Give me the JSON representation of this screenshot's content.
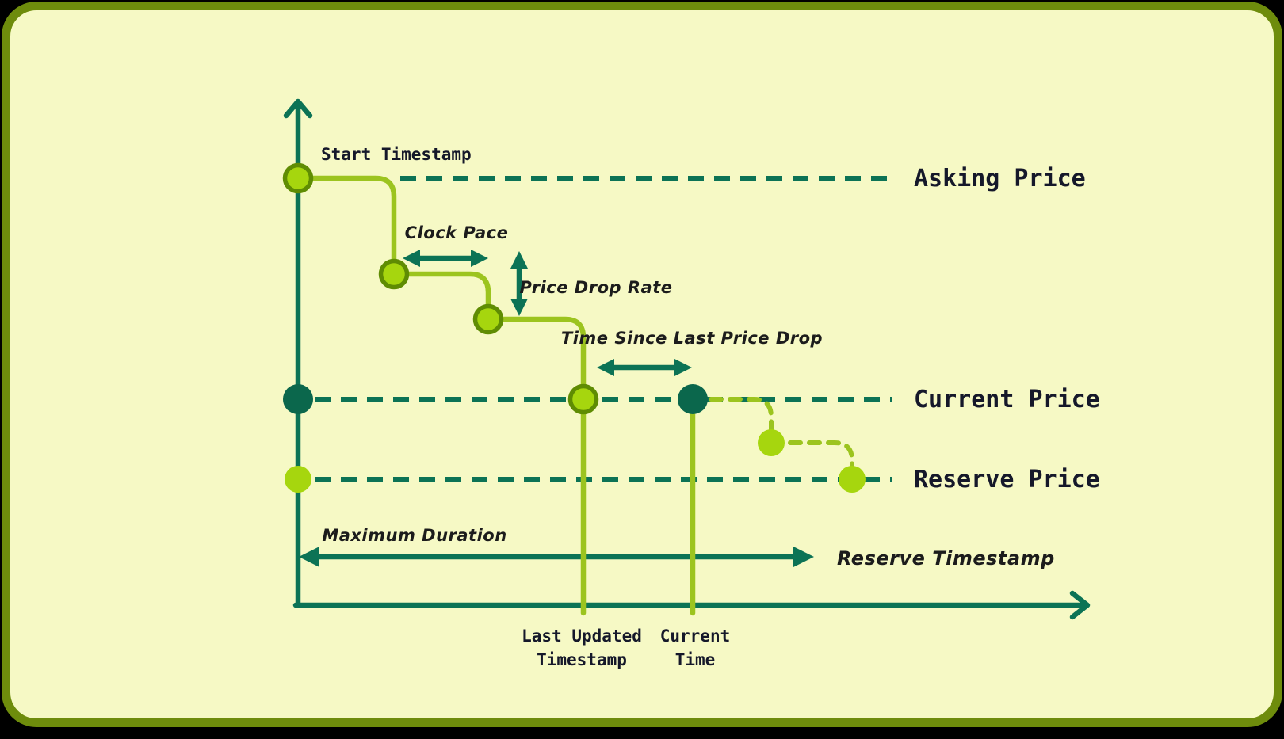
{
  "diagram": {
    "axis_labels": {
      "start_timestamp": "Start Timestamp",
      "last_updated_line1": "Last Updated",
      "last_updated_line2": "Timestamp",
      "current_time_line1": "Current",
      "current_time_line2": "Time"
    },
    "price_lines": {
      "asking": "Asking Price",
      "current": "Current Price",
      "reserve": "Reserve Price"
    },
    "annotations": {
      "clock_pace": "Clock Pace",
      "price_drop_rate": "Price Drop Rate",
      "time_since_last_price_drop": "Time Since Last Price Drop",
      "maximum_duration": "Maximum Duration",
      "reserve_timestamp": "Reserve Timestamp"
    }
  },
  "colors": {
    "outer_background": "#000000",
    "background": "#f6f9c5",
    "frame_border": "#6e8c0c",
    "teal": "#0c7355",
    "dark_circle": "#0b674c",
    "step_line": "#9cc41f",
    "circle_fill": "#a6d60e",
    "circle_stroke": "#5f8c03",
    "text_dark": "#15182a",
    "handwritten_text": "#1c1c1c"
  }
}
